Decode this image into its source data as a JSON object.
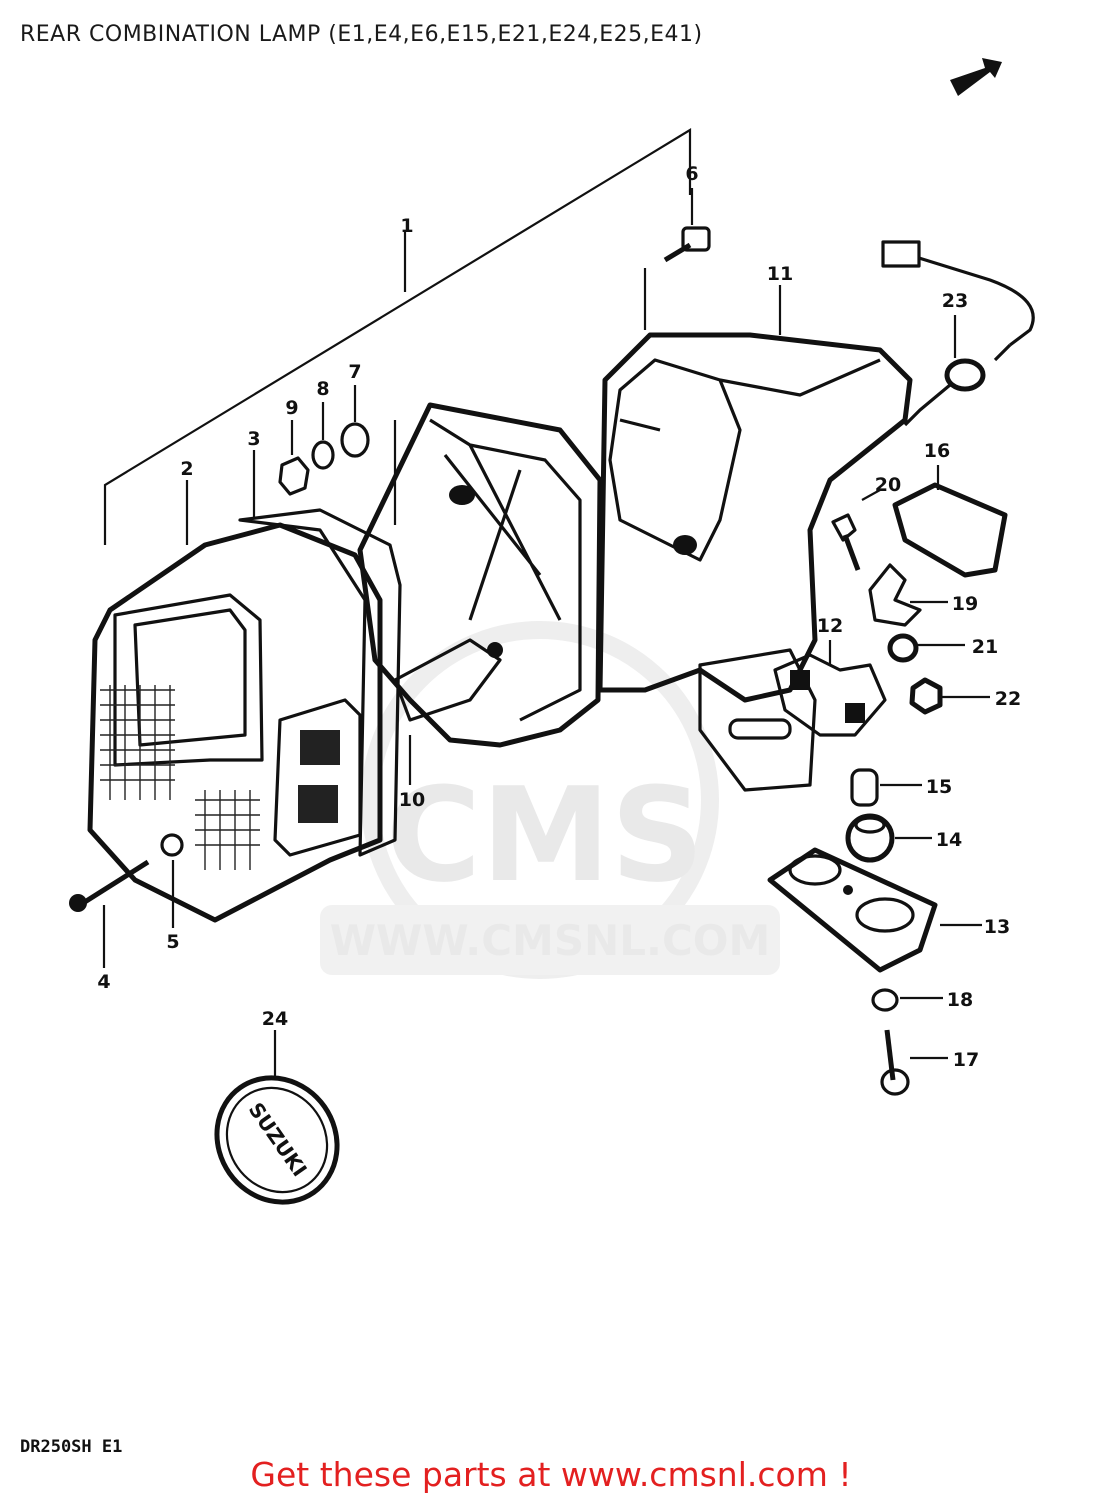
{
  "title": "REAR COMBINATION LAMP (E1,E4,E6,E15,E21,E24,E25,E41)",
  "model_code": "DR250SH E1",
  "footer": "Get these parts at www.cmsnl.com !",
  "watermark": {
    "logo": "CMS",
    "url": "WWW.CMSNL.COM"
  },
  "emblem_text": "SUZUKI",
  "colors": {
    "footer": "#e32020",
    "ink": "#111111",
    "watermark": "#e9e9e9"
  },
  "parts": [
    {
      "no": "1"
    },
    {
      "no": "2"
    },
    {
      "no": "3"
    },
    {
      "no": "4"
    },
    {
      "no": "5"
    },
    {
      "no": "6"
    },
    {
      "no": "7"
    },
    {
      "no": "8"
    },
    {
      "no": "9"
    },
    {
      "no": "10"
    },
    {
      "no": "11"
    },
    {
      "no": "12"
    },
    {
      "no": "13"
    },
    {
      "no": "14"
    },
    {
      "no": "15"
    },
    {
      "no": "16"
    },
    {
      "no": "17"
    },
    {
      "no": "18"
    },
    {
      "no": "19"
    },
    {
      "no": "20"
    },
    {
      "no": "21"
    },
    {
      "no": "22"
    },
    {
      "no": "23"
    },
    {
      "no": "24"
    }
  ]
}
